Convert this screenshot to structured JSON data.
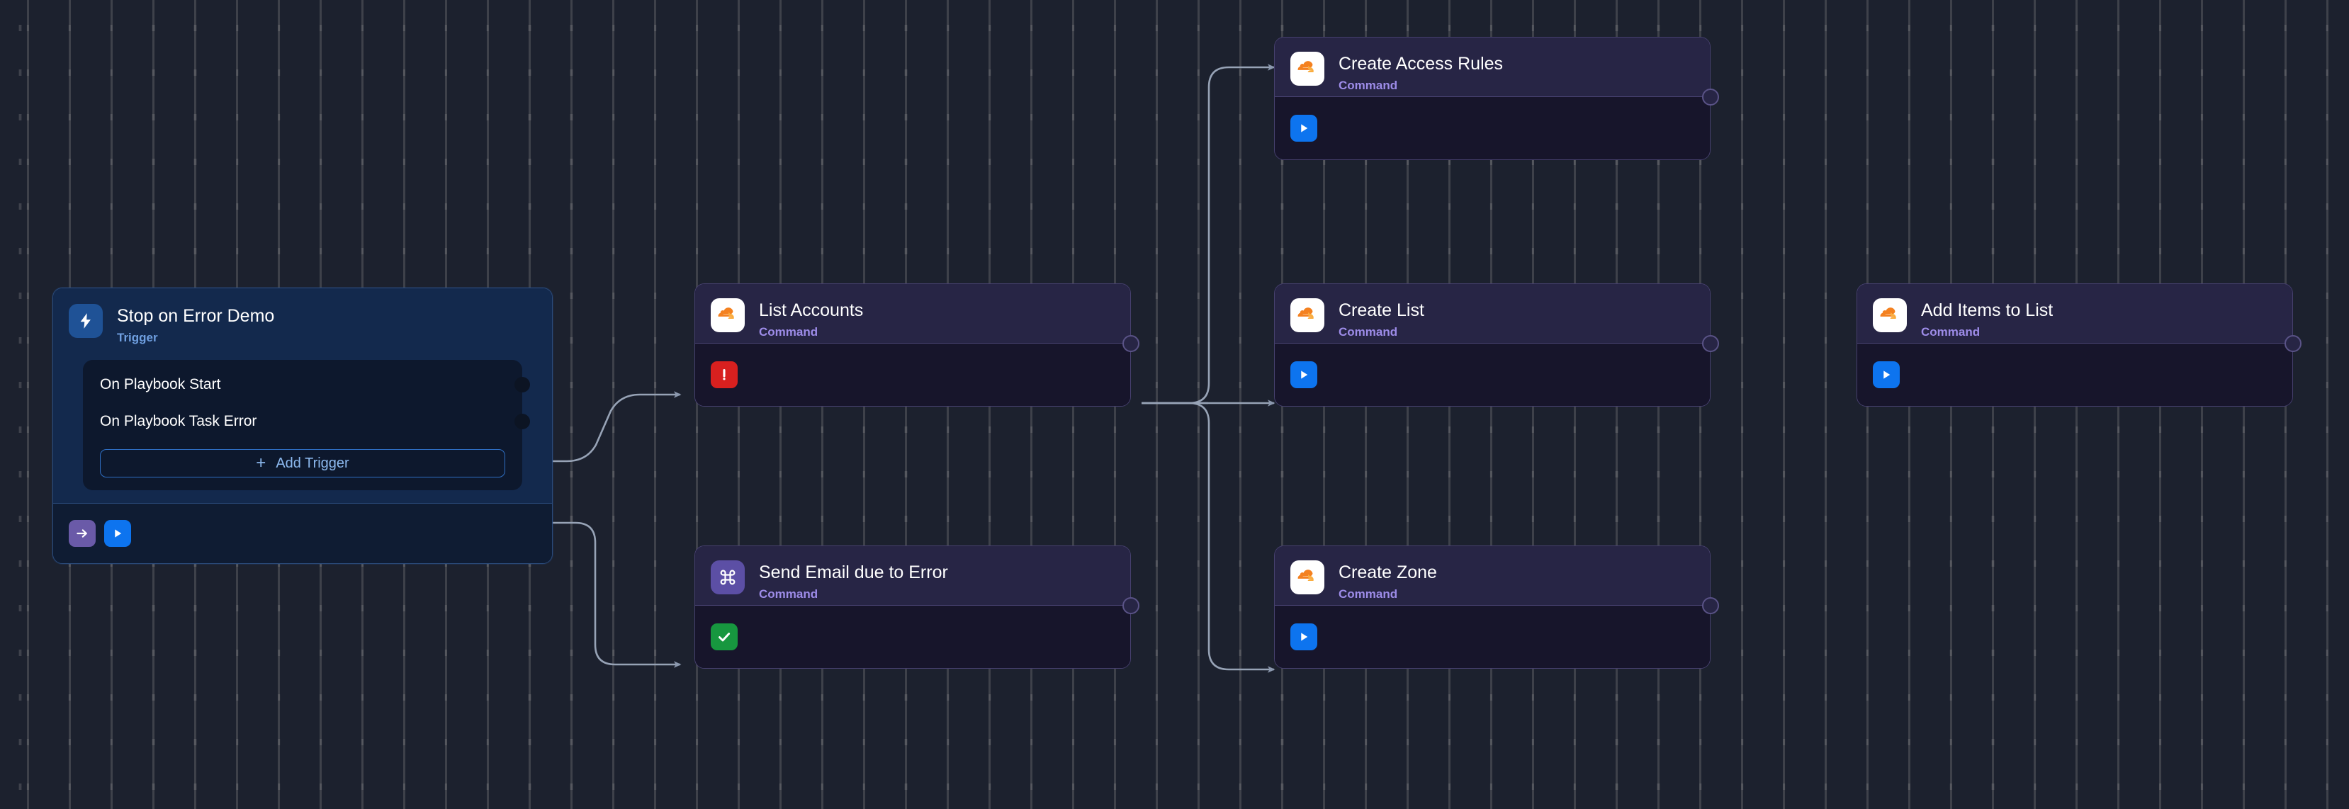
{
  "canvas": {
    "background_color": "#1c212e",
    "grid": "dot-grid"
  },
  "trigger_node": {
    "title": "Stop on Error Demo",
    "subtitle": "Trigger",
    "icon": "lightning-bolt-icon",
    "icon_color": "#1f5296",
    "triggers": [
      {
        "label": "On Playbook Start"
      },
      {
        "label": "On Playbook Task Error"
      }
    ],
    "add_trigger_label": "Add Trigger",
    "add_trigger_plus": "+",
    "footer_buttons": [
      {
        "name": "step-button",
        "icon": "arrow-right-icon",
        "color": "#6a5aa8"
      },
      {
        "name": "run-button",
        "icon": "play-icon",
        "color": "#0d74ef"
      }
    ]
  },
  "nodes": [
    {
      "id": "list-accounts",
      "title": "List Accounts",
      "subtitle": "Command",
      "icon": "cloudflare-icon",
      "status": "error",
      "status_icon": "exclamation-icon",
      "status_color": "#d8201f"
    },
    {
      "id": "send-email-due-to-error",
      "title": "Send Email due to Error",
      "subtitle": "Command",
      "icon": "command-key-icon",
      "status": "success",
      "status_icon": "check-icon",
      "status_color": "#17973f"
    },
    {
      "id": "create-access-rules",
      "title": "Create Access Rules",
      "subtitle": "Command",
      "icon": "cloudflare-icon",
      "status": "ready",
      "status_icon": "play-icon",
      "status_color": "#0d74ef"
    },
    {
      "id": "create-list",
      "title": "Create List",
      "subtitle": "Command",
      "icon": "cloudflare-icon",
      "status": "ready",
      "status_icon": "play-icon",
      "status_color": "#0d74ef"
    },
    {
      "id": "create-zone",
      "title": "Create Zone",
      "subtitle": "Command",
      "icon": "cloudflare-icon",
      "status": "ready",
      "status_icon": "play-icon",
      "status_color": "#0d74ef"
    },
    {
      "id": "add-items-to-list",
      "title": "Add Items to List",
      "subtitle": "Command",
      "icon": "cloudflare-icon",
      "status": "ready",
      "status_icon": "play-icon",
      "status_color": "#0d74ef"
    }
  ],
  "colors": {
    "command_accent": "#9d8ce8",
    "trigger_accent": "#6f9fe0",
    "edge": "#8b98ae"
  }
}
